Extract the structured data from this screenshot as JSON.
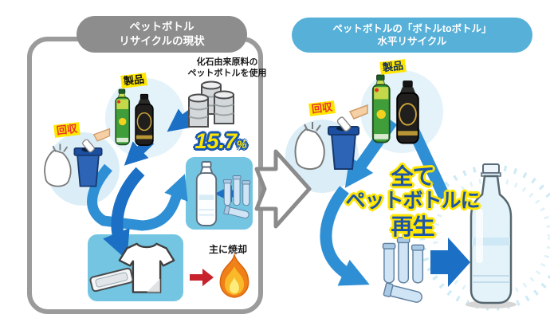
{
  "left_panel": {
    "header_line1": "ペットボトル",
    "header_line2": "リサイクルの現状",
    "fossil_note_line1": "化石由来原料の",
    "fossil_note_line2": "ペットボトルを使用",
    "product_label": "製品",
    "collect_label": "回収",
    "bottle_to_bottle_rate": "15.7",
    "rate_unit": "%",
    "incineration_label": "主に焼却"
  },
  "right_panel": {
    "header_line1": "ペットボトルの「ボトルtoボトル」",
    "header_line2": "水平リサイクル",
    "product_label": "製品",
    "collect_label": "回収",
    "claim_line1": "全て",
    "claim_line2": "ペットボトルに",
    "claim_line3": "再生"
  },
  "palette": {
    "panel_border_gray": "#9b9b9b",
    "header_gray": "#8d8d8d",
    "header_blue": "#56b0d8",
    "arrow_blue_dark": "#1b6fc4",
    "arrow_blue_mid": "#2f8fd5",
    "light_blue_box": "#73c5e2",
    "highlight_yellow": "#ffe600",
    "collect_label_red": "#e8322e",
    "incineration_arrow_red": "#c8232c"
  }
}
